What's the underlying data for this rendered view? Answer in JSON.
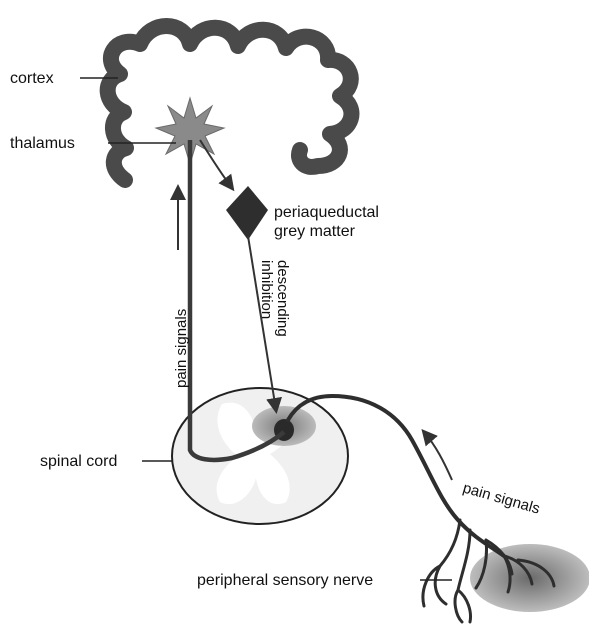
{
  "labels": {
    "cortex": "cortex",
    "thalamus": "thalamus",
    "pag_line1": "periaqueductal",
    "pag_line2": "grey matter",
    "pain_signals_vertical": "pain signals",
    "descending_line1": "descending",
    "descending_line2": "inhibition",
    "spinal_cord": "spinal cord",
    "pain_signals_peripheral": "pain signals",
    "peripheral_nerve": "peripheral sensory nerve"
  },
  "colors": {
    "cortex": "#4a4a4a",
    "thalamus": "#8a8a8a",
    "pag": "#2e2e2e",
    "pathway": "#3a3a3a",
    "spinal_outer": "#f0f0f0",
    "spinal_grey": "#ffffff",
    "dorsal_horn": "#9a9a9a",
    "skin_patch": "#a8a8a8"
  }
}
